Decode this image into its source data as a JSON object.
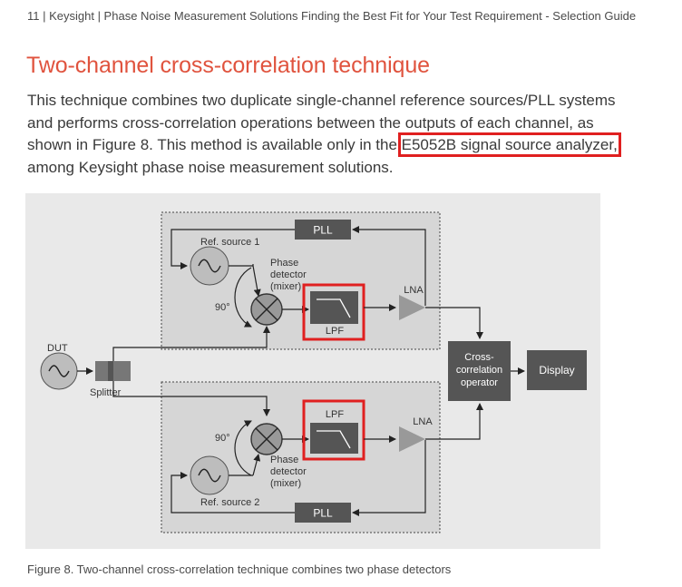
{
  "header": {
    "text": "11 | Keysight | Phase Noise Measurement Solutions Finding the Best Fit for Your Test Requirement - Selection Guide"
  },
  "section": {
    "title": "Two-channel cross-correlation technique"
  },
  "paragraph": {
    "line1": "This technique combines two duplicate single-channel reference sources/PLL systems",
    "line2": "and performs cross-correlation operations between the outputs of each channel, as",
    "line3_prefix": "shown in Figure 8. This method is available only in the ",
    "line3_highlight": "E5052B signal source analyzer,",
    "line4": "among Keysight phase noise measurement solutions."
  },
  "diagram": {
    "dut": "DUT",
    "splitter": "Splitter",
    "channel1": {
      "pll": "PLL",
      "ref_source": "Ref. source 1",
      "phase_detector": [
        "Phase",
        "detector",
        "(mixer)"
      ],
      "phase_shift": "90°",
      "lpf": "LPF",
      "lna": "LNA"
    },
    "channel2": {
      "pll": "PLL",
      "ref_source": "Ref. source 2",
      "phase_detector": [
        "Phase",
        "detector",
        "(mixer)"
      ],
      "phase_shift": "90°",
      "lpf": "LPF",
      "lna": "LNA"
    },
    "cross_correlation": [
      "Cross-",
      "correlation",
      "operator"
    ],
    "display": "Display",
    "colors": {
      "block": "#555555",
      "highlight": "#e02020",
      "panel": "#d6d6d6",
      "background": "#e9e9e9",
      "source": "#bdbdbd"
    }
  },
  "caption": {
    "text": "Figure 8. Two-channel cross-correlation technique combines two phase detectors"
  }
}
